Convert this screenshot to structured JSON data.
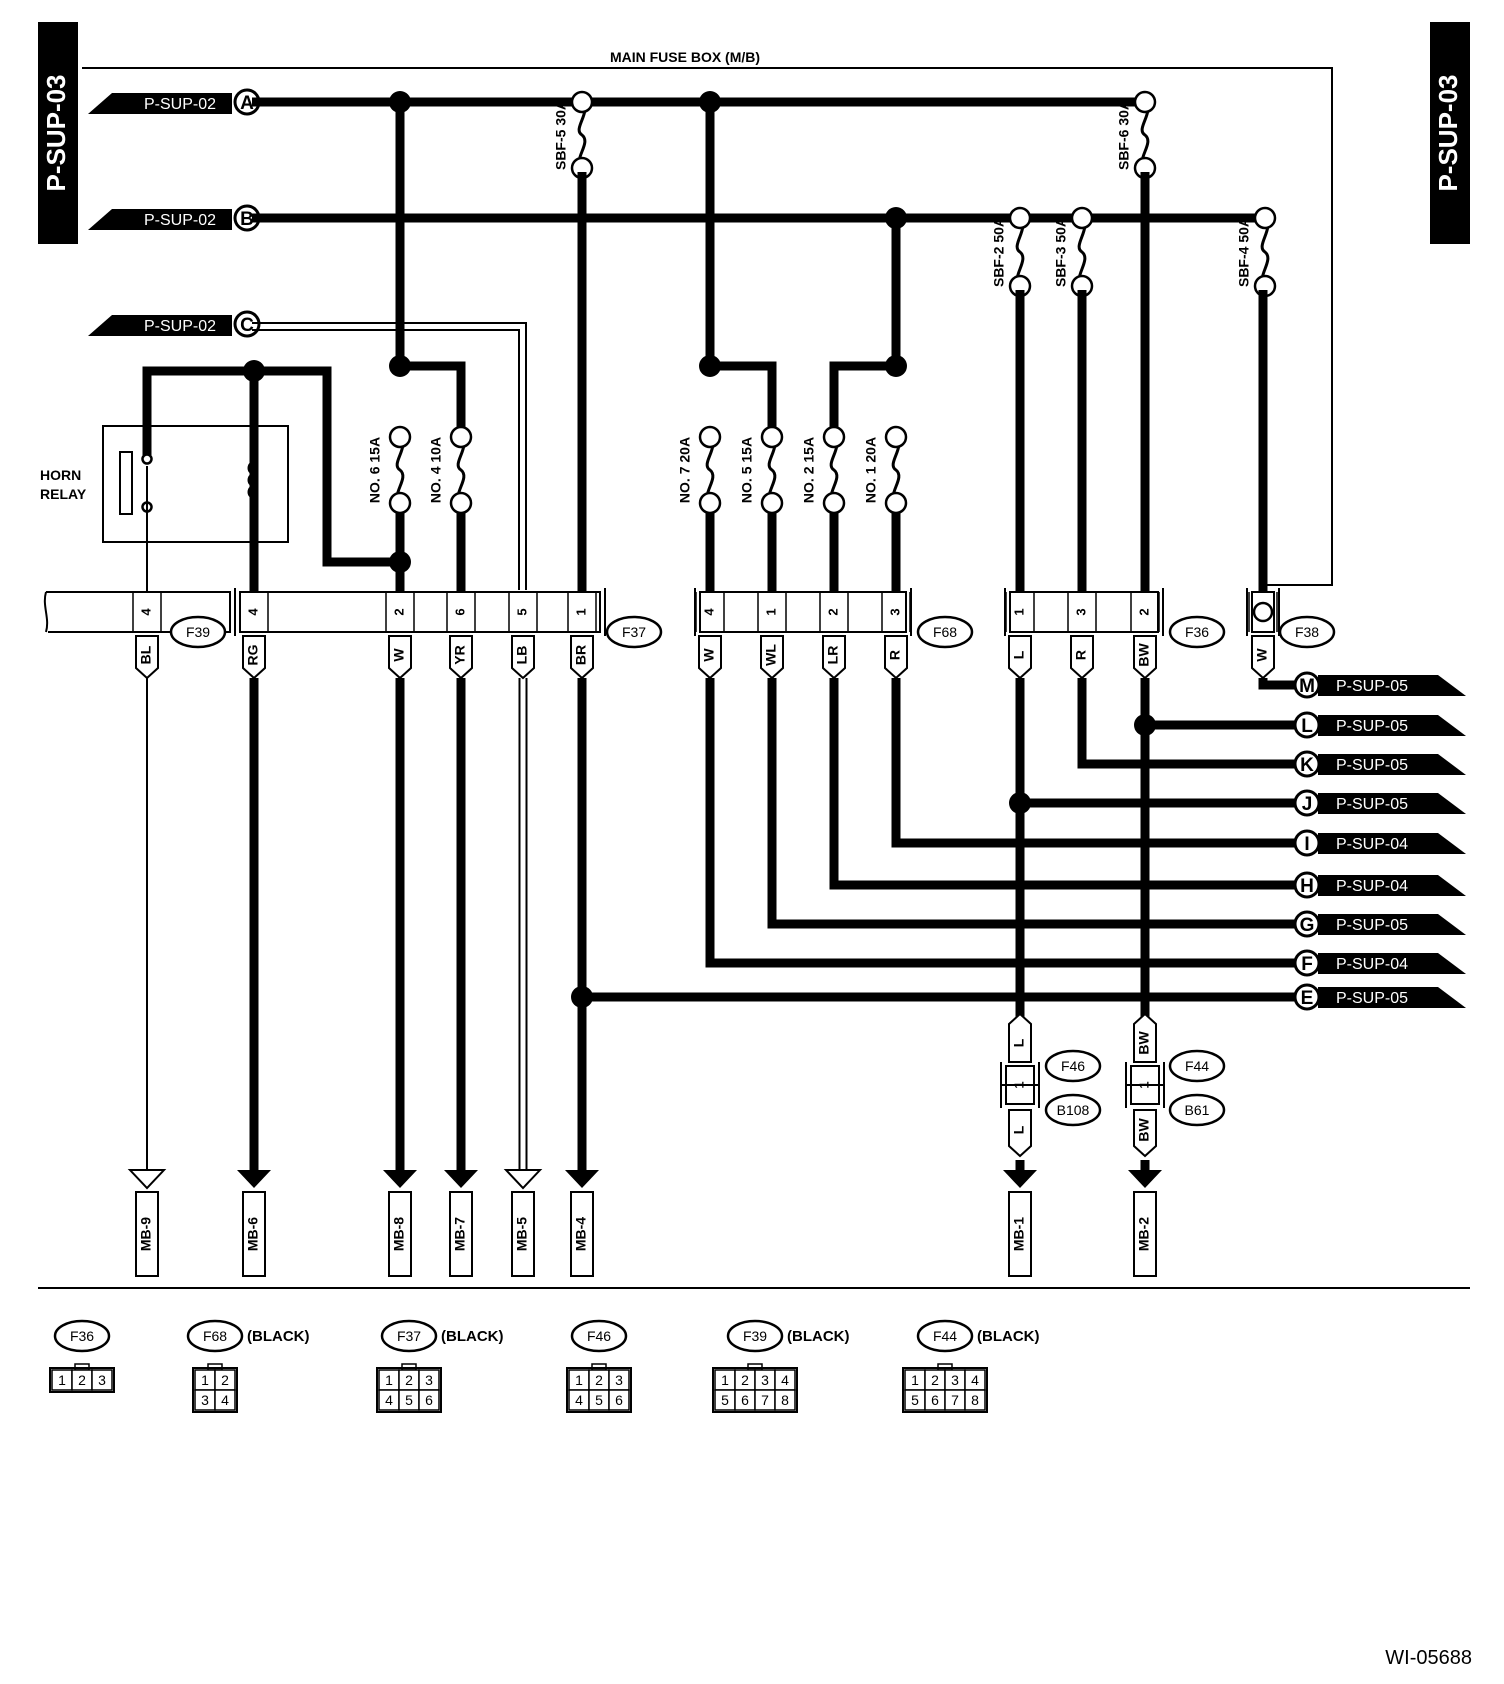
{
  "page_tags": {
    "left": "P-SUP-03",
    "right": "P-SUP-03"
  },
  "title": "MAIN FUSE BOX (M/B)",
  "inputs": [
    {
      "letter": "A",
      "ref": "P-SUP-02"
    },
    {
      "letter": "B",
      "ref": "P-SUP-02"
    },
    {
      "letter": "C",
      "ref": "P-SUP-02"
    }
  ],
  "relay": {
    "line1": "HORN",
    "line2": "RELAY"
  },
  "fuses": [
    {
      "id": "sbf5",
      "label": "SBF-5 30A"
    },
    {
      "id": "sbf6",
      "label": "SBF-6 30A"
    },
    {
      "id": "sbf2",
      "label": "SBF-2 50A"
    },
    {
      "id": "sbf3",
      "label": "SBF-3 50A"
    },
    {
      "id": "sbf4",
      "label": "SBF-4 50A"
    },
    {
      "id": "no6",
      "label": "NO. 6 15A"
    },
    {
      "id": "no4",
      "label": "NO. 4 10A"
    },
    {
      "id": "no7",
      "label": "NO. 7 20A"
    },
    {
      "id": "no5",
      "label": "NO. 5 15A"
    },
    {
      "id": "no2",
      "label": "NO. 2 15A"
    },
    {
      "id": "no1",
      "label": "NO. 1 20A"
    }
  ],
  "connectors": [
    "F39",
    "F37",
    "F68",
    "F36",
    "F38",
    "F46",
    "B108",
    "F44",
    "B61"
  ],
  "pins": [
    {
      "pin": "4",
      "wire": "BL"
    },
    {
      "pin": "4",
      "wire": "RG"
    },
    {
      "pin": "2",
      "wire": "W"
    },
    {
      "pin": "6",
      "wire": "YR"
    },
    {
      "pin": "5",
      "wire": "LB"
    },
    {
      "pin": "1",
      "wire": "BR"
    },
    {
      "pin": "4",
      "wire": "W"
    },
    {
      "pin": "1",
      "wire": "WL"
    },
    {
      "pin": "2",
      "wire": "LR"
    },
    {
      "pin": "3",
      "wire": "R"
    },
    {
      "pin": "1",
      "wire": "L"
    },
    {
      "pin": "3",
      "wire": "R"
    },
    {
      "pin": "2",
      "wire": "BW"
    },
    {
      "pin": "",
      "wire": "W"
    }
  ],
  "outputs": [
    {
      "letter": "M",
      "ref": "P-SUP-05"
    },
    {
      "letter": "L",
      "ref": "P-SUP-05"
    },
    {
      "letter": "K",
      "ref": "P-SUP-05"
    },
    {
      "letter": "J",
      "ref": "P-SUP-05"
    },
    {
      "letter": "I",
      "ref": "P-SUP-04"
    },
    {
      "letter": "H",
      "ref": "P-SUP-04"
    },
    {
      "letter": "G",
      "ref": "P-SUP-05"
    },
    {
      "letter": "F",
      "ref": "P-SUP-04"
    },
    {
      "letter": "E",
      "ref": "P-SUP-05"
    }
  ],
  "inline_connectors": {
    "left": {
      "top_wire": "L",
      "pin": "1",
      "bottom_wire": "L",
      "upper": "F46",
      "lower": "B108"
    },
    "right": {
      "top_wire": "BW",
      "pin": "1",
      "bottom_wire": "BW",
      "upper": "F44",
      "lower": "B61"
    }
  },
  "terminals": [
    "MB-9",
    "MB-6",
    "MB-8",
    "MB-7",
    "MB-5",
    "MB-4",
    "MB-1",
    "MB-2"
  ],
  "legend": [
    {
      "name": "F36",
      "note": "",
      "rows": [
        [
          "1",
          "2",
          "3"
        ]
      ]
    },
    {
      "name": "F68",
      "note": "(BLACK)",
      "rows": [
        [
          "1",
          "2"
        ],
        [
          "3",
          "4"
        ]
      ]
    },
    {
      "name": "F37",
      "note": "(BLACK)",
      "rows": [
        [
          "1",
          "2",
          "3"
        ],
        [
          "4",
          "5",
          "6"
        ]
      ]
    },
    {
      "name": "F46",
      "note": "",
      "rows": [
        [
          "1",
          "2",
          "3"
        ],
        [
          "4",
          "5",
          "6"
        ]
      ]
    },
    {
      "name": "F39",
      "note": "(BLACK)",
      "rows": [
        [
          "1",
          "2",
          "3",
          "4"
        ],
        [
          "5",
          "6",
          "7",
          "8"
        ]
      ]
    },
    {
      "name": "F44",
      "note": "(BLACK)",
      "rows": [
        [
          "1",
          "2",
          "3",
          "4"
        ],
        [
          "5",
          "6",
          "7",
          "8"
        ]
      ]
    }
  ],
  "figure_id": "WI-05688"
}
